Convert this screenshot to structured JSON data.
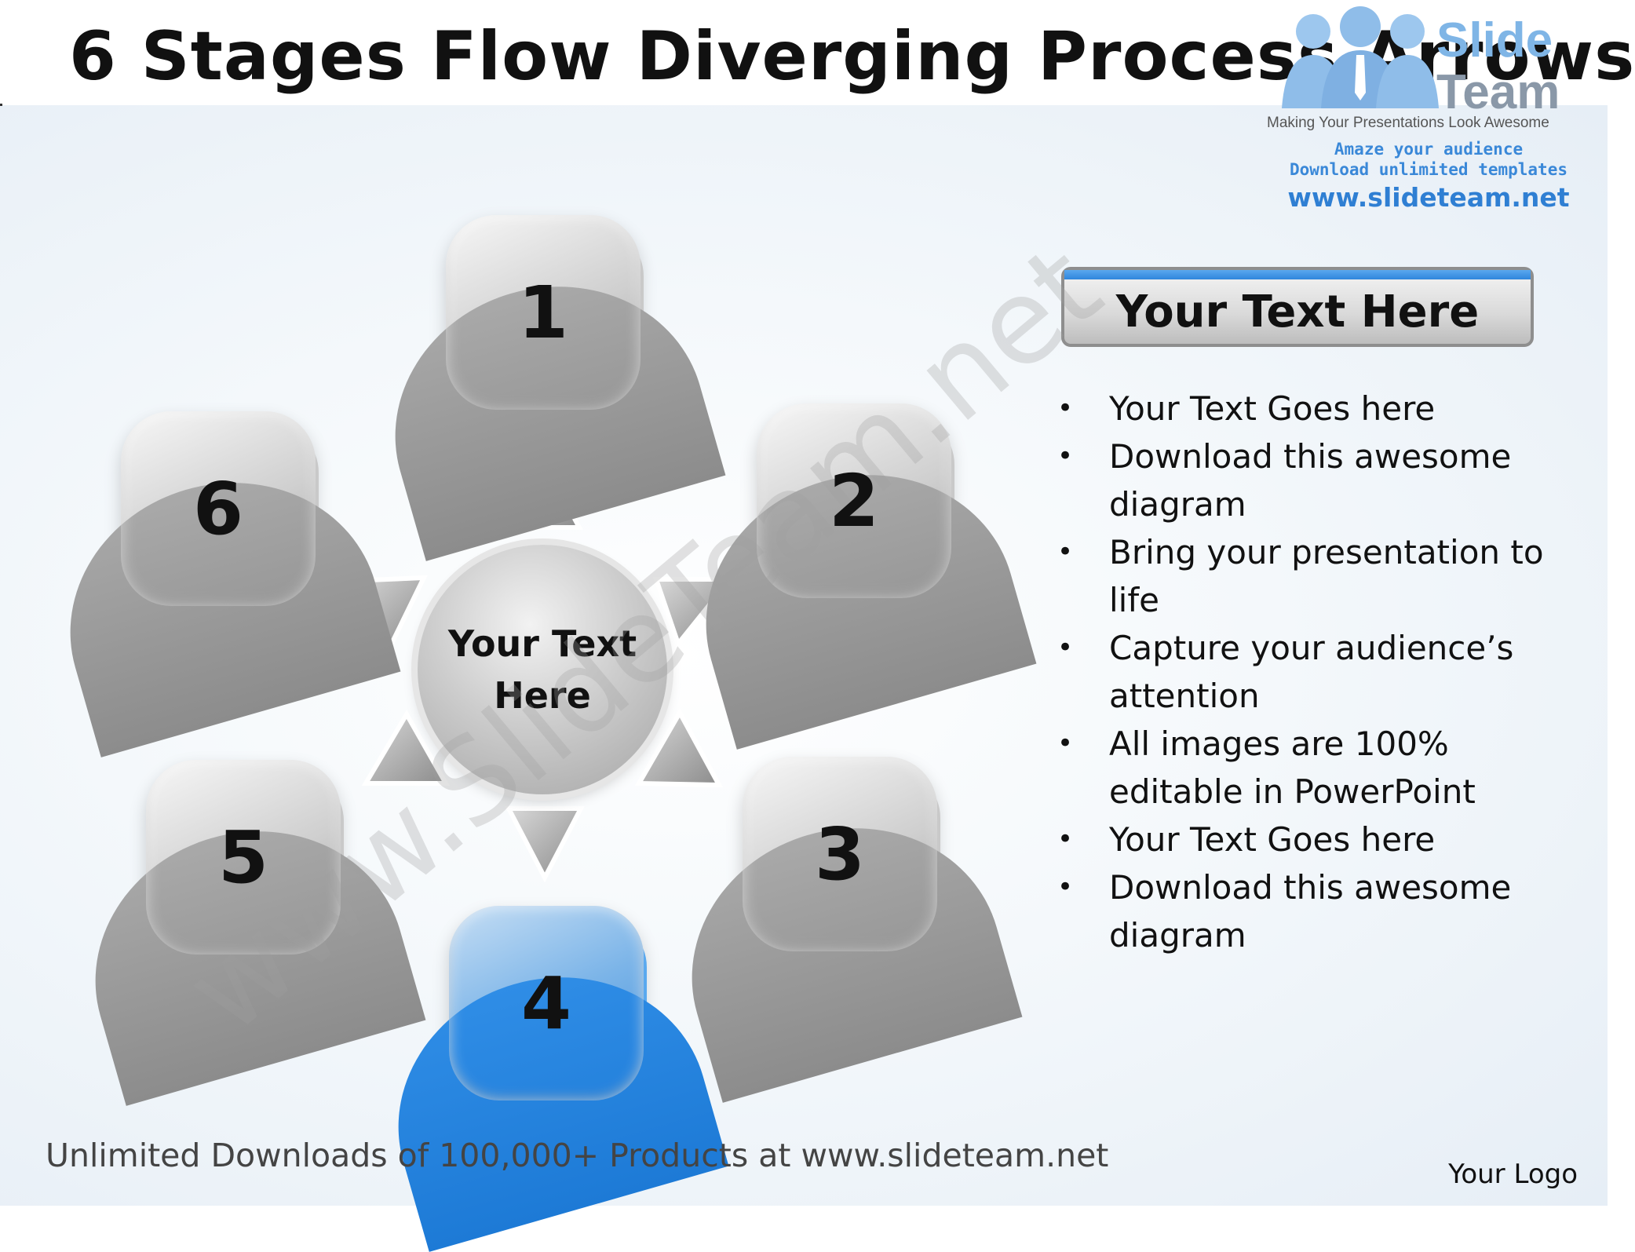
{
  "title": "6 Stages Flow Diverging Process Arrows",
  "logo": {
    "slide": "Slide",
    "team": "Team",
    "tagline": "Making Your Presentations Look Awesome",
    "amaze": "Amaze your audience",
    "download": "Download unlimited templates",
    "url": "www.slideteam.net"
  },
  "diagram": {
    "center_text": "Your Text Here",
    "stages": [
      {
        "label": "1",
        "highlight": false
      },
      {
        "label": "2",
        "highlight": false
      },
      {
        "label": "3",
        "highlight": false
      },
      {
        "label": "4",
        "highlight": true
      },
      {
        "label": "5",
        "highlight": false
      },
      {
        "label": "6",
        "highlight": false
      }
    ],
    "colors": {
      "stage_gray": "#b5b5b5",
      "stage_highlight": "#2f8de6",
      "arrow_fill": "#a8a8a8"
    }
  },
  "panel": {
    "header": "Your Text Here",
    "accent_color": "#2f86dc",
    "bullets": [
      "Your Text Goes here",
      "Download this awesome diagram",
      "Bring your presentation to life",
      "Capture your audience’s attention",
      "All images are 100% editable in PowerPoint",
      "Your Text Goes here",
      "Download this awesome diagram"
    ]
  },
  "watermark": "www.SlideTeam.net",
  "footer": {
    "text": "Unlimited Downloads of 100,000+ Products at www.slideteam.net",
    "logo_placeholder": "Your Logo"
  }
}
